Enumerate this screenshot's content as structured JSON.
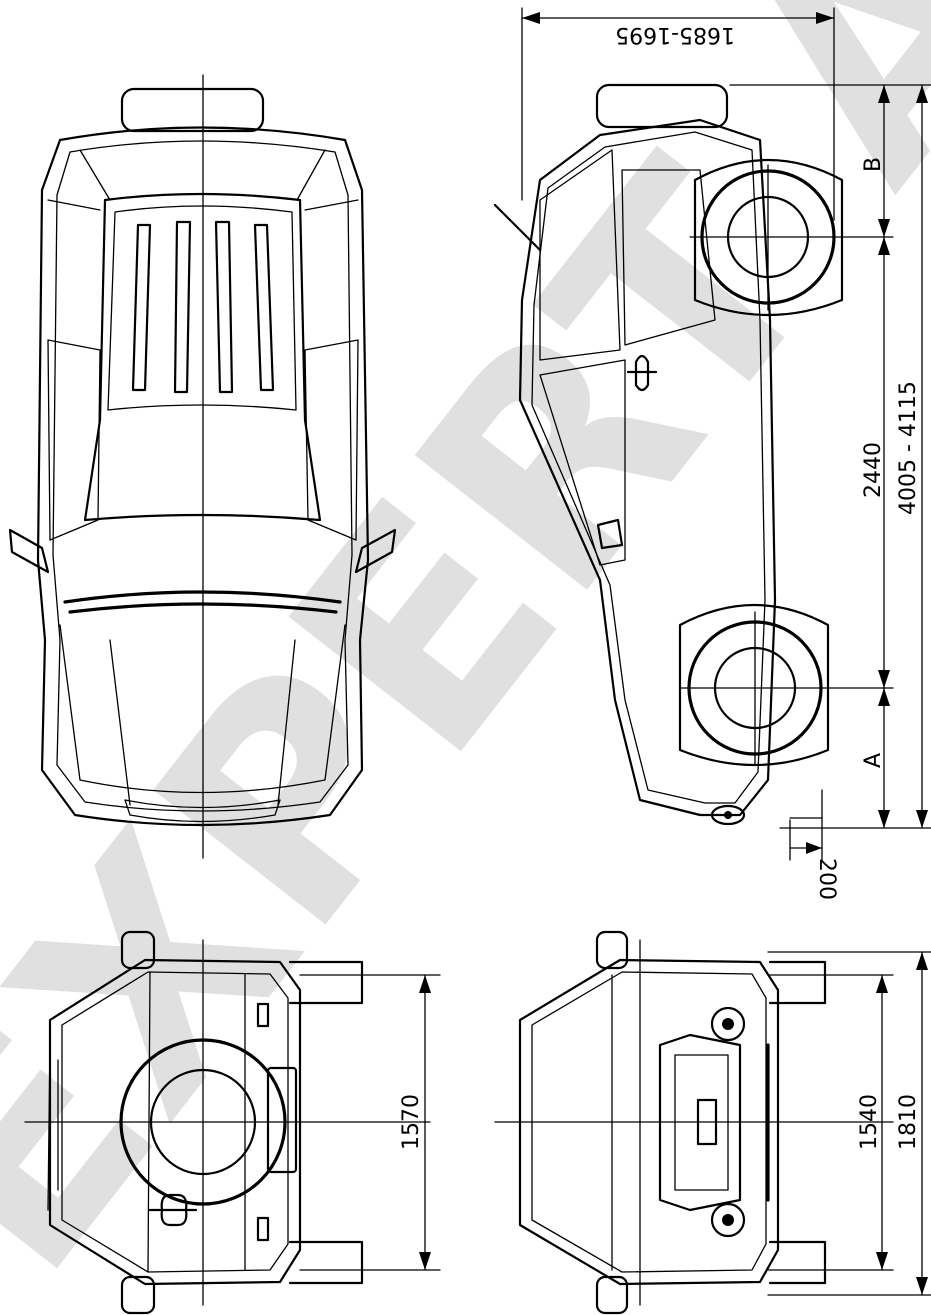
{
  "watermark": "EXPERT AUTO RU",
  "dimensions": {
    "height_top": "1685-1695",
    "rear_overhang": "B",
    "front_overhang": "A",
    "wheelbase": "2440",
    "length": "4005 - 4115",
    "ground_clearance": "200",
    "rear_track": "1570",
    "front_track": "1540",
    "width": "1810"
  }
}
